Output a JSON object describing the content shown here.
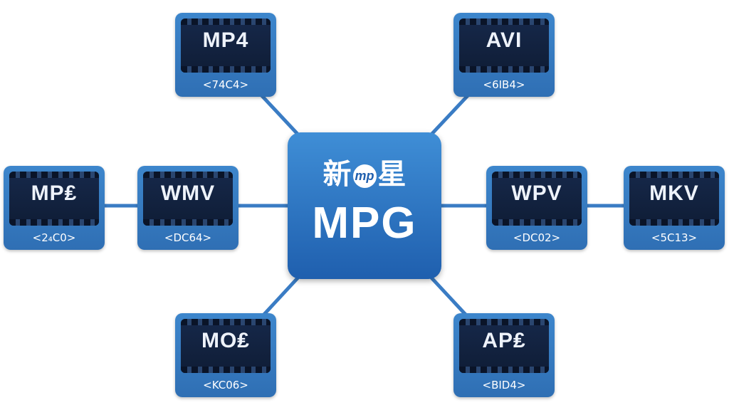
{
  "center": {
    "brand_left": "新",
    "brand_badge": "mp",
    "brand_right": "星",
    "title": "MPG"
  },
  "nodes": [
    {
      "format": "MP4",
      "code": "<74C4>"
    },
    {
      "format": "AVI",
      "code": "<6IB4>"
    },
    {
      "format": "MP₤",
      "code": "<2₄C0>"
    },
    {
      "format": "WMV",
      "code": "<DC64>"
    },
    {
      "format": "WPV",
      "code": "<DC02>"
    },
    {
      "format": "MKV",
      "code": "<5C13>"
    },
    {
      "format": "MO₤",
      "code": "<KC06>"
    },
    {
      "format": "AP₤",
      "code": "<BID4>"
    }
  ],
  "colors": {
    "node_blue": "#2f6fb4",
    "line_blue": "#3a7cc4",
    "film_dark": "#16284a"
  }
}
